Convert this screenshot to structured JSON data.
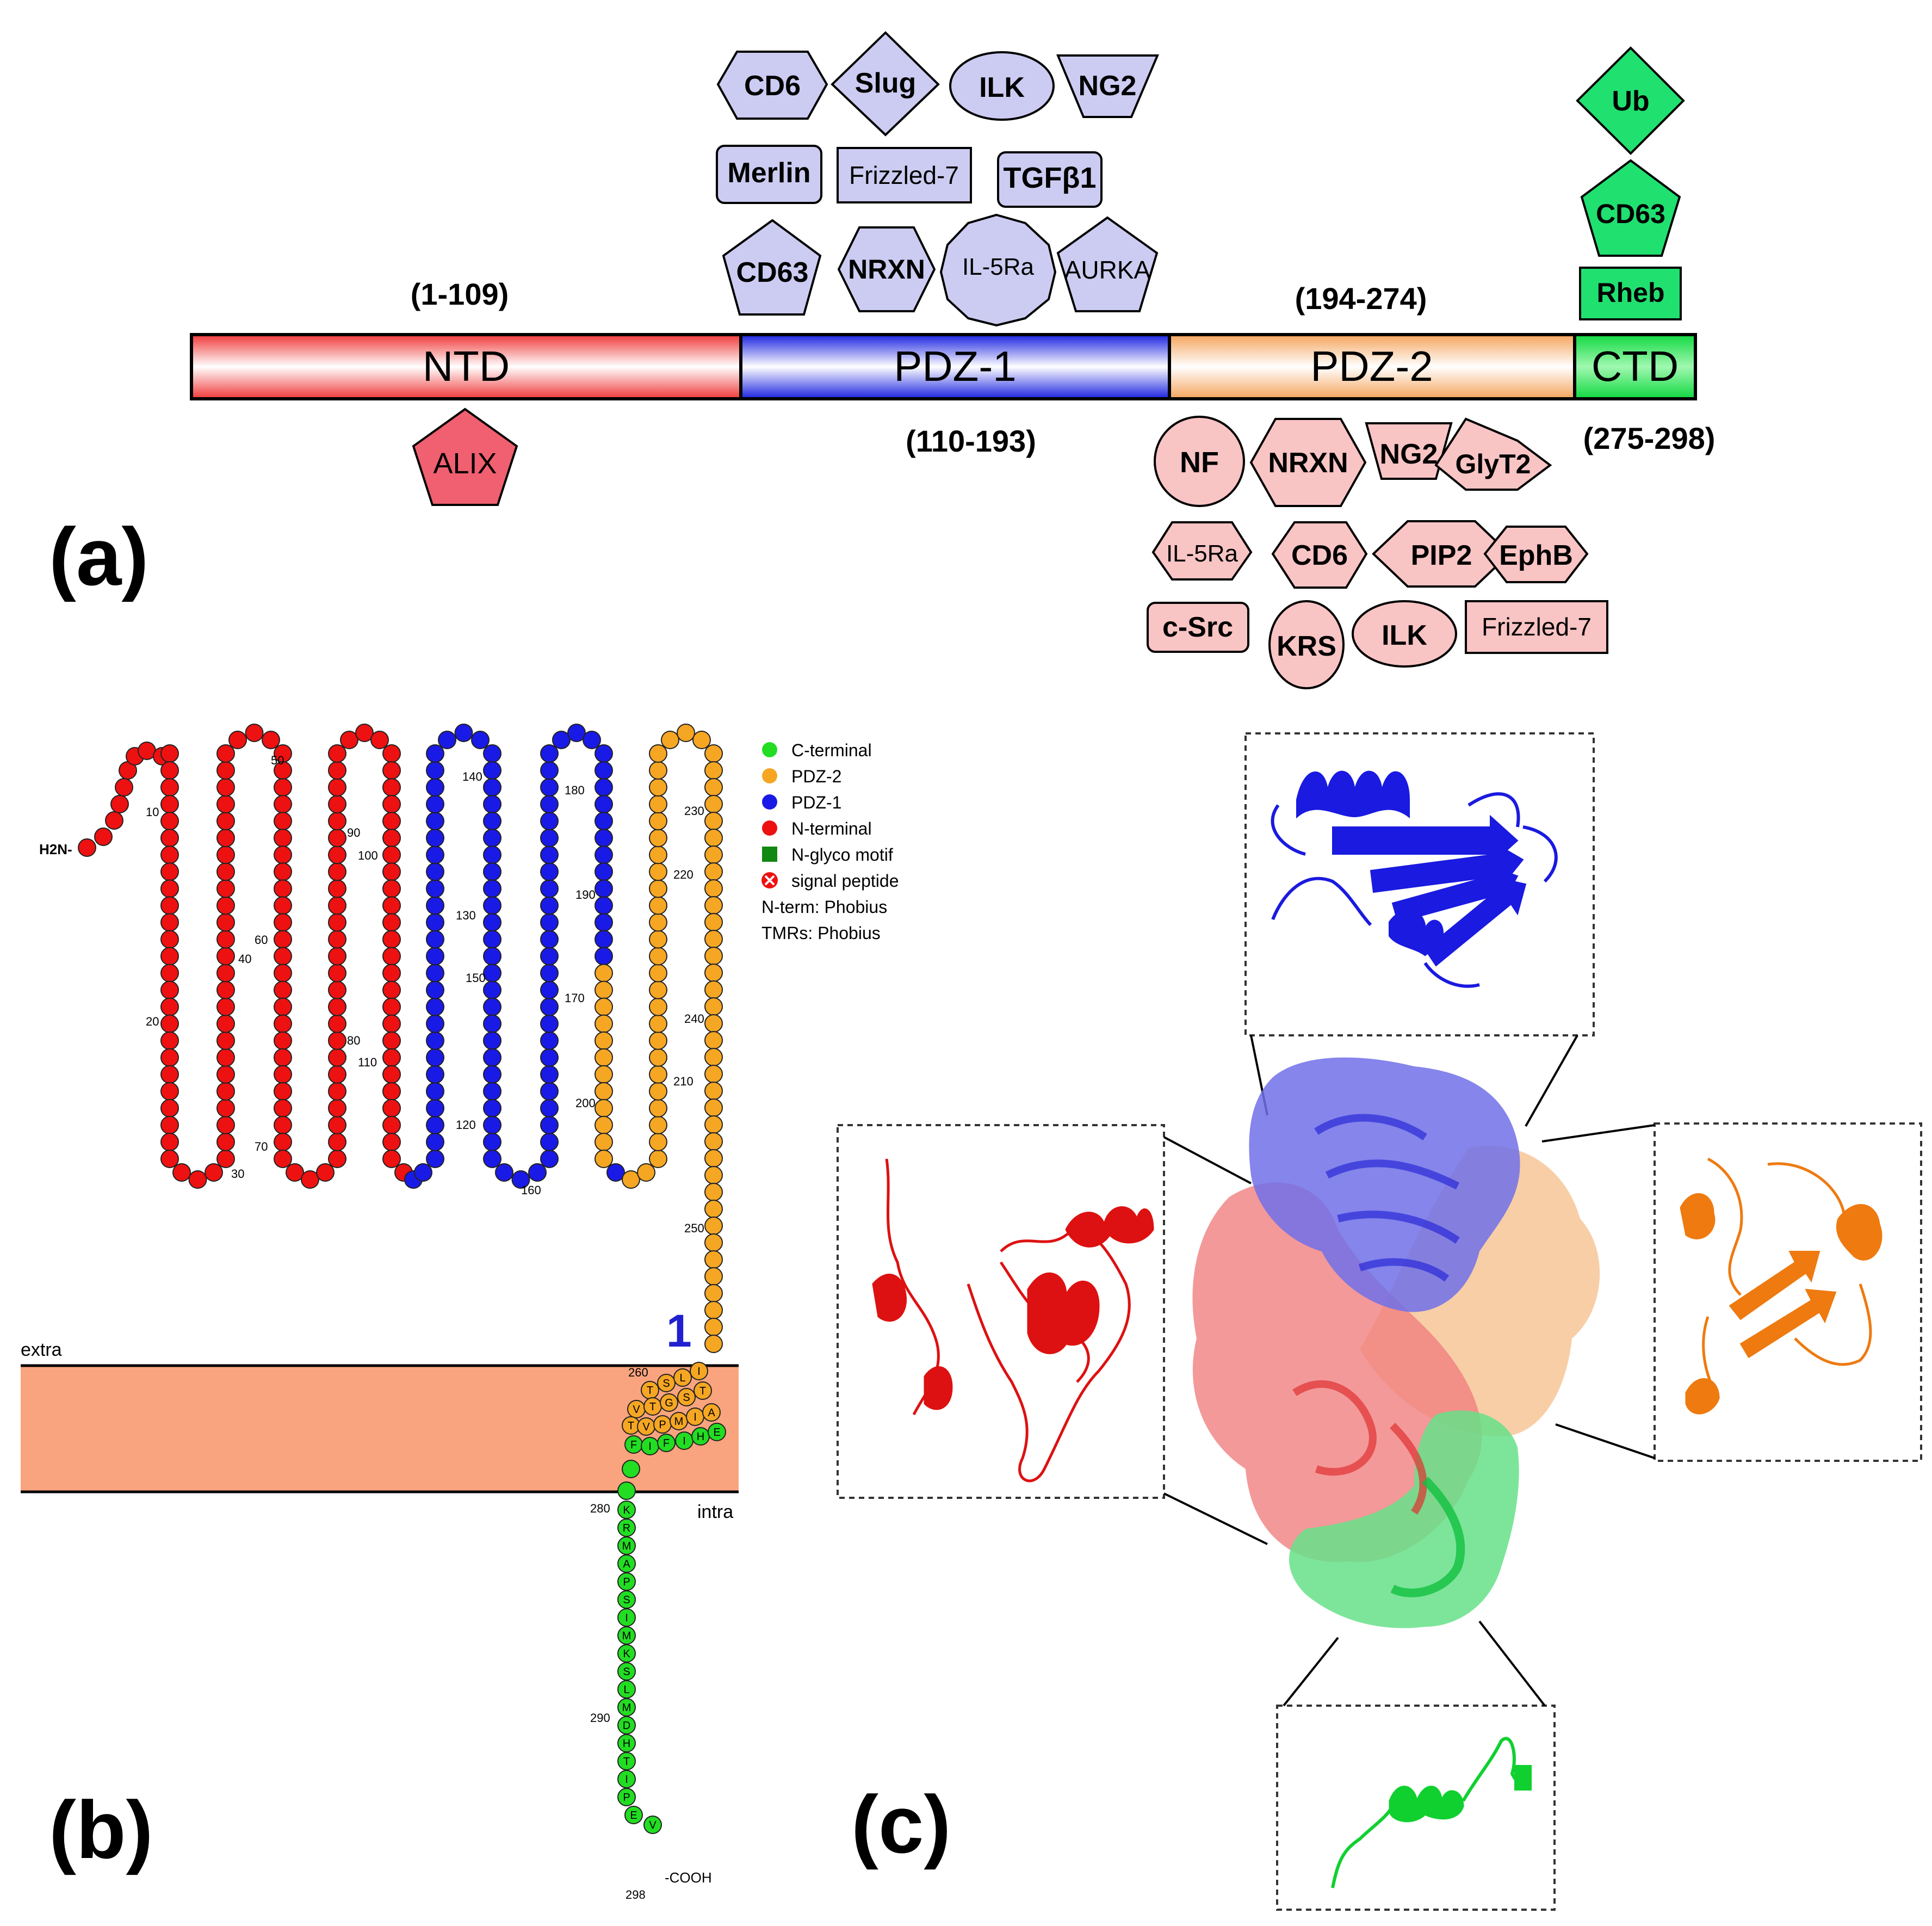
{
  "panel_a": {
    "label": "(a)",
    "domains": [
      {
        "key": "ntd",
        "name": "NTD",
        "range": "(1-109)",
        "color": "#f04040"
      },
      {
        "key": "pdz1",
        "name": "PDZ-1",
        "range": "(110-193)",
        "color": "#2030e0"
      },
      {
        "key": "pdz2",
        "name": "PDZ-2",
        "range": "(194-274)",
        "color": "#f5a860"
      },
      {
        "key": "ctd",
        "name": "CTD",
        "range": "(275-298)",
        "color": "#20dc50"
      }
    ],
    "ntd_partners": [
      "ALIX"
    ],
    "pdz1_partners": [
      "CD6",
      "Slug",
      "ILK",
      "NG2",
      "Merlin",
      "Frizzled-7",
      "TGFβ1",
      "CD63",
      "NRXN",
      "IL-5Ra",
      "AURKA"
    ],
    "pdz2_partners": [
      "NF",
      "NRXN",
      "NG2",
      "GlyT2",
      "IL-5Ra",
      "CD6",
      "PIP2",
      "EphB",
      "c-Src",
      "KRS",
      "ILK",
      "Frizzled-7"
    ],
    "ctd_partners": [
      "Ub",
      "CD63",
      "Rheb"
    ],
    "colors": {
      "pdz1_shape": "#ccccf2",
      "pdz2_shape": "#f9c4c4",
      "ntd_shape": "#f06070",
      "ctd_shape": "#20e070"
    }
  },
  "panel_b": {
    "label": "(b)",
    "legend": [
      {
        "text": "C-terminal",
        "color": "#22dd22",
        "shape": "circle"
      },
      {
        "text": "PDZ-2",
        "color": "#f5a623",
        "shape": "circle"
      },
      {
        "text": "PDZ-1",
        "color": "#1a1ae6",
        "shape": "circle"
      },
      {
        "text": "N-terminal",
        "color": "#ee1111",
        "shape": "circle"
      },
      {
        "text": "N-glyco motif",
        "color": "#118811",
        "shape": "square"
      },
      {
        "text": "signal peptide",
        "color": "#ee1111",
        "shape": "cross"
      },
      {
        "text": "N-term: Phobius",
        "color": "",
        "shape": "none"
      },
      {
        "text": "TMRs: Phobius",
        "color": "",
        "shape": "none"
      }
    ],
    "n_term_label": "H2N-",
    "c_term_label": "-COOH",
    "extra_label": "extra",
    "intra_label": "intra",
    "tm_number": "1",
    "position_labels": [
      "10",
      "20",
      "30",
      "40",
      "50",
      "60",
      "70",
      "80",
      "90",
      "100",
      "110",
      "120",
      "130",
      "140",
      "150",
      "160",
      "170",
      "180",
      "190",
      "200",
      "210",
      "220",
      "230",
      "240",
      "250",
      "260",
      "280",
      "290",
      "298"
    ],
    "tm_residues": [
      "T",
      "S",
      "L",
      "I",
      "V",
      "T",
      "G",
      "S",
      "T",
      "T",
      "V",
      "P",
      "M",
      "I",
      "A",
      "F",
      "I",
      "F",
      "I",
      "H",
      "E"
    ],
    "c_tail_residues": [
      "K",
      "R",
      "M",
      "A",
      "P",
      "S",
      "I",
      "M",
      "K",
      "S",
      "L",
      "M",
      "D",
      "H",
      "T",
      "I",
      "P",
      "E",
      "V"
    ],
    "membrane_color": "#f9a47e"
  },
  "panel_c": {
    "label": "(c)"
  }
}
